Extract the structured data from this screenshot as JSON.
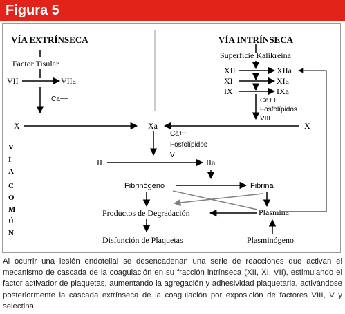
{
  "header": {
    "title": "Figura 5"
  },
  "diagram": {
    "via_extrinseca": "VÍA EXTRÍNSECA",
    "via_intrinseca": "VÍA INTRÍNSECA",
    "via_comun_letters": [
      "V",
      "Í",
      "A",
      "C",
      "O",
      "M",
      "Ú",
      "N"
    ],
    "factor_tisular": "Factor Tisular",
    "vii": "VII",
    "viia": "VIIa",
    "ca_ext": "Ca++",
    "superficie_kalikreina": "Superficie Kalikreina",
    "xii": "XII",
    "xiia": "XIIa",
    "xi": "XI",
    "xia": "XIa",
    "ix": "IX",
    "ixa": "IXa",
    "cofactors_int": [
      "Ca++",
      "Fosfolípidos",
      "VIII"
    ],
    "x_left": "X",
    "xa": "Xa",
    "x_right": "X",
    "cofactors_common": [
      "Ca++",
      "Fosfolípidos",
      "V"
    ],
    "ii": "II",
    "iia": "IIa",
    "fibrinogeno": "Fibrinógeno",
    "fibrina": "Fibrina",
    "productos_degradacion": "Productos de Degradación",
    "plasmina": "Plasmina",
    "disfuncion_plaquetas": "Disfunción de Plaquetas",
    "plasminogeno": "Plasminógeno"
  },
  "caption": "Al ocurrir una lesión endotelial se desencadenan una serie de reacciones que activan el mecanismo de cascada de la coagulación en su fracción intrínseca (XII, XI, VII), estimulando el factor activador de plaquetas, aumentando la agregación y adhesividad plaquetaria, activándose posteriormente la cascada extrínseca de la coagulación por exposición de factores VIII, V y selectina.",
  "colors": {
    "header_bg": "#e2231a",
    "frame_border": "#9a9a9a",
    "gray_arrow": "#808080"
  }
}
